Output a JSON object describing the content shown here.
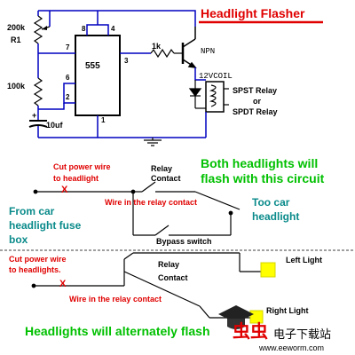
{
  "title": "Headlight Flasher",
  "ic": {
    "name": "555",
    "pins": [
      "8",
      "4",
      "7",
      "3",
      "6",
      "2",
      "1"
    ]
  },
  "components": {
    "pot": "200k",
    "pot_ref": "R1",
    "res1": "100k",
    "res2": "1k",
    "cap": "10uf",
    "cap_plus": "+",
    "transistor": "NPN",
    "coil": "12VCOIL",
    "relay_line1": "SPST Relay",
    "relay_line2": "or",
    "relay_line3": "SPDT Relay"
  },
  "section1": {
    "cut_line1": "Cut power wire",
    "cut_line2": "to headlight",
    "cut_mark": "X",
    "relay_line1": "Relay",
    "relay_line2": "Contact",
    "wire_label": "Wire in the relay contact",
    "both_line1": "Both headlights will",
    "both_line2": "flash with this circuit",
    "from_line1": "From car",
    "from_line2": "headlight fuse",
    "from_line3": "box",
    "to_line1": "Too car",
    "to_line2": "headlight",
    "bypass": "Bypass switch"
  },
  "section2": {
    "cut_line1": "Cut power wire",
    "cut_line2": "to headlights.",
    "cut_mark": "X",
    "relay_line1": "Relay",
    "relay_line2": "Contact",
    "wire_label": "Wire in the relay contact",
    "left_light": "Left Light",
    "right_light": "Right Light",
    "alternate": "Headlights will alternately flash"
  },
  "watermark": {
    "chars": "虫虫",
    "site_cn": "电子下载站",
    "url": "www.eeworm.com"
  },
  "colors": {
    "ic_wire": "#0000c0",
    "red_text": "#e00000",
    "green_text": "#00c000",
    "teal_text": "#0a8a8a",
    "lamp": "#ffff00"
  }
}
